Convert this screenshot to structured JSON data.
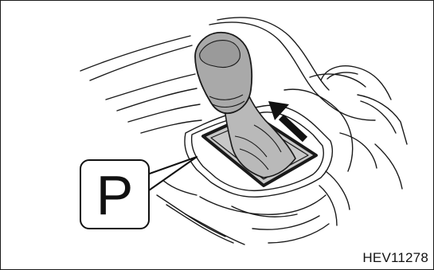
{
  "figure": {
    "callout_label": "P",
    "figure_code": "HEV11278"
  },
  "colors": {
    "line": "#1a1a1a",
    "knob_fill": "#a9a9a9",
    "boot_fill": "#c8c8c8",
    "arrow": "#111111",
    "background": "#ffffff"
  },
  "icons": [
    "shift-lever-illustration",
    "forward-arrow-icon",
    "callout-pointer"
  ]
}
